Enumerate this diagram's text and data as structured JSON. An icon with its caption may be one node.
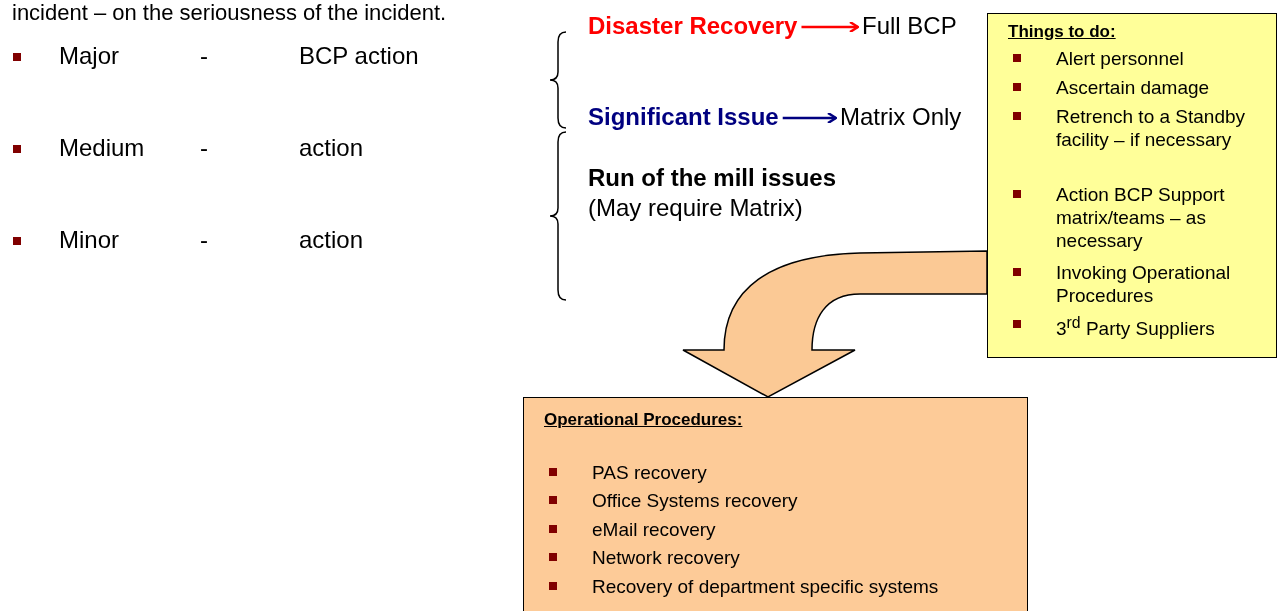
{
  "diagram": {
    "nodes": [
      {
        "text": [
          "Things to do:",
          "Alert personnel",
          "Ascertain damage",
          "Retrench to a Standby facility – if necessary",
          "Action BCP Support matrix/teams – as necessary",
          "Invoking Operational Procedures",
          "3$^{rd}$ Party Suppliers"
        ]
      },
      {
        "text": [
          "Operational Procedures:",
          "PAS recovery",
          "Office Systems recovery",
          "eMail recovery",
          "Network recovery",
          "Recovery of department specific systems"
        ]
      },
      {
        "text": [
          "Disaster Recovery"
        ]
      },
      {
        "text": [
          "Full BCP"
        ]
      },
      {
        "text": [
          "Significant Issue"
        ]
      },
      {
        "text": [
          "Matrix Only"
        ]
      }
    ],
    "edges": [
      {
        "from": 0,
        "to": 1,
        "arrow": "to",
        "style": "thick",
        "color": "#fbc995"
      },
      {
        "from": 2,
        "to": 3,
        "arrow": "to",
        "color": "#ff0000"
      },
      {
        "from": 4,
        "to": 5,
        "arrow": "to",
        "color": "#000080"
      }
    ],
    "labels": [
      "incident – on the seriousness of the incident.",
      "Major",
      "-",
      "BCP action",
      "Medium",
      "-",
      "action",
      "Minor",
      "-",
      "action",
      "Run of the mill issues",
      "(May require Matrix)"
    ]
  }
}
